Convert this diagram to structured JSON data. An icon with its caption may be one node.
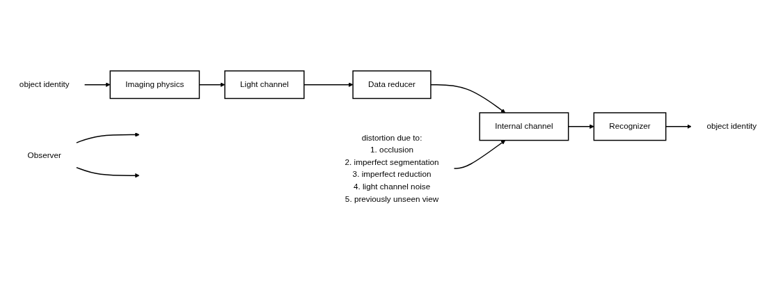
{
  "diagram": {
    "nodes": [
      {
        "text": [
          "object identity"
        ]
      },
      {
        "text": [
          "Imaging physics"
        ]
      },
      {
        "text": [
          "Light channel"
        ]
      },
      {
        "text": [
          "Data reducer"
        ]
      },
      {
        "text": [
          "Internal channel"
        ]
      },
      {
        "text": [
          "Recognizer"
        ]
      },
      {
        "text": [
          "object identity"
        ]
      },
      {
        "text": [
          "distortion due to:",
          "1. occlusion",
          "2. imperfect segmentation",
          "3. imperfect reduction",
          "4. light channel noise",
          "5. previously unseen view"
        ]
      },
      {
        "text": [
          "Observer"
        ]
      }
    ],
    "edges": [
      {
        "from": 0,
        "to": 1,
        "arrow": "to"
      },
      {
        "from": 1,
        "to": 2,
        "arrow": "to"
      },
      {
        "from": 2,
        "to": 3,
        "arrow": "to"
      },
      {
        "from": 3,
        "to": 4,
        "arrow": "to"
      },
      {
        "from": 4,
        "to": 5,
        "arrow": "to"
      },
      {
        "from": 5,
        "to": 6,
        "arrow": "to"
      },
      {
        "from": 7,
        "to": 4,
        "arrow": "to"
      },
      {
        "from": 8,
        "to": null,
        "arrow": "to"
      },
      {
        "from": 8,
        "to": null,
        "arrow": "to"
      }
    ]
  }
}
